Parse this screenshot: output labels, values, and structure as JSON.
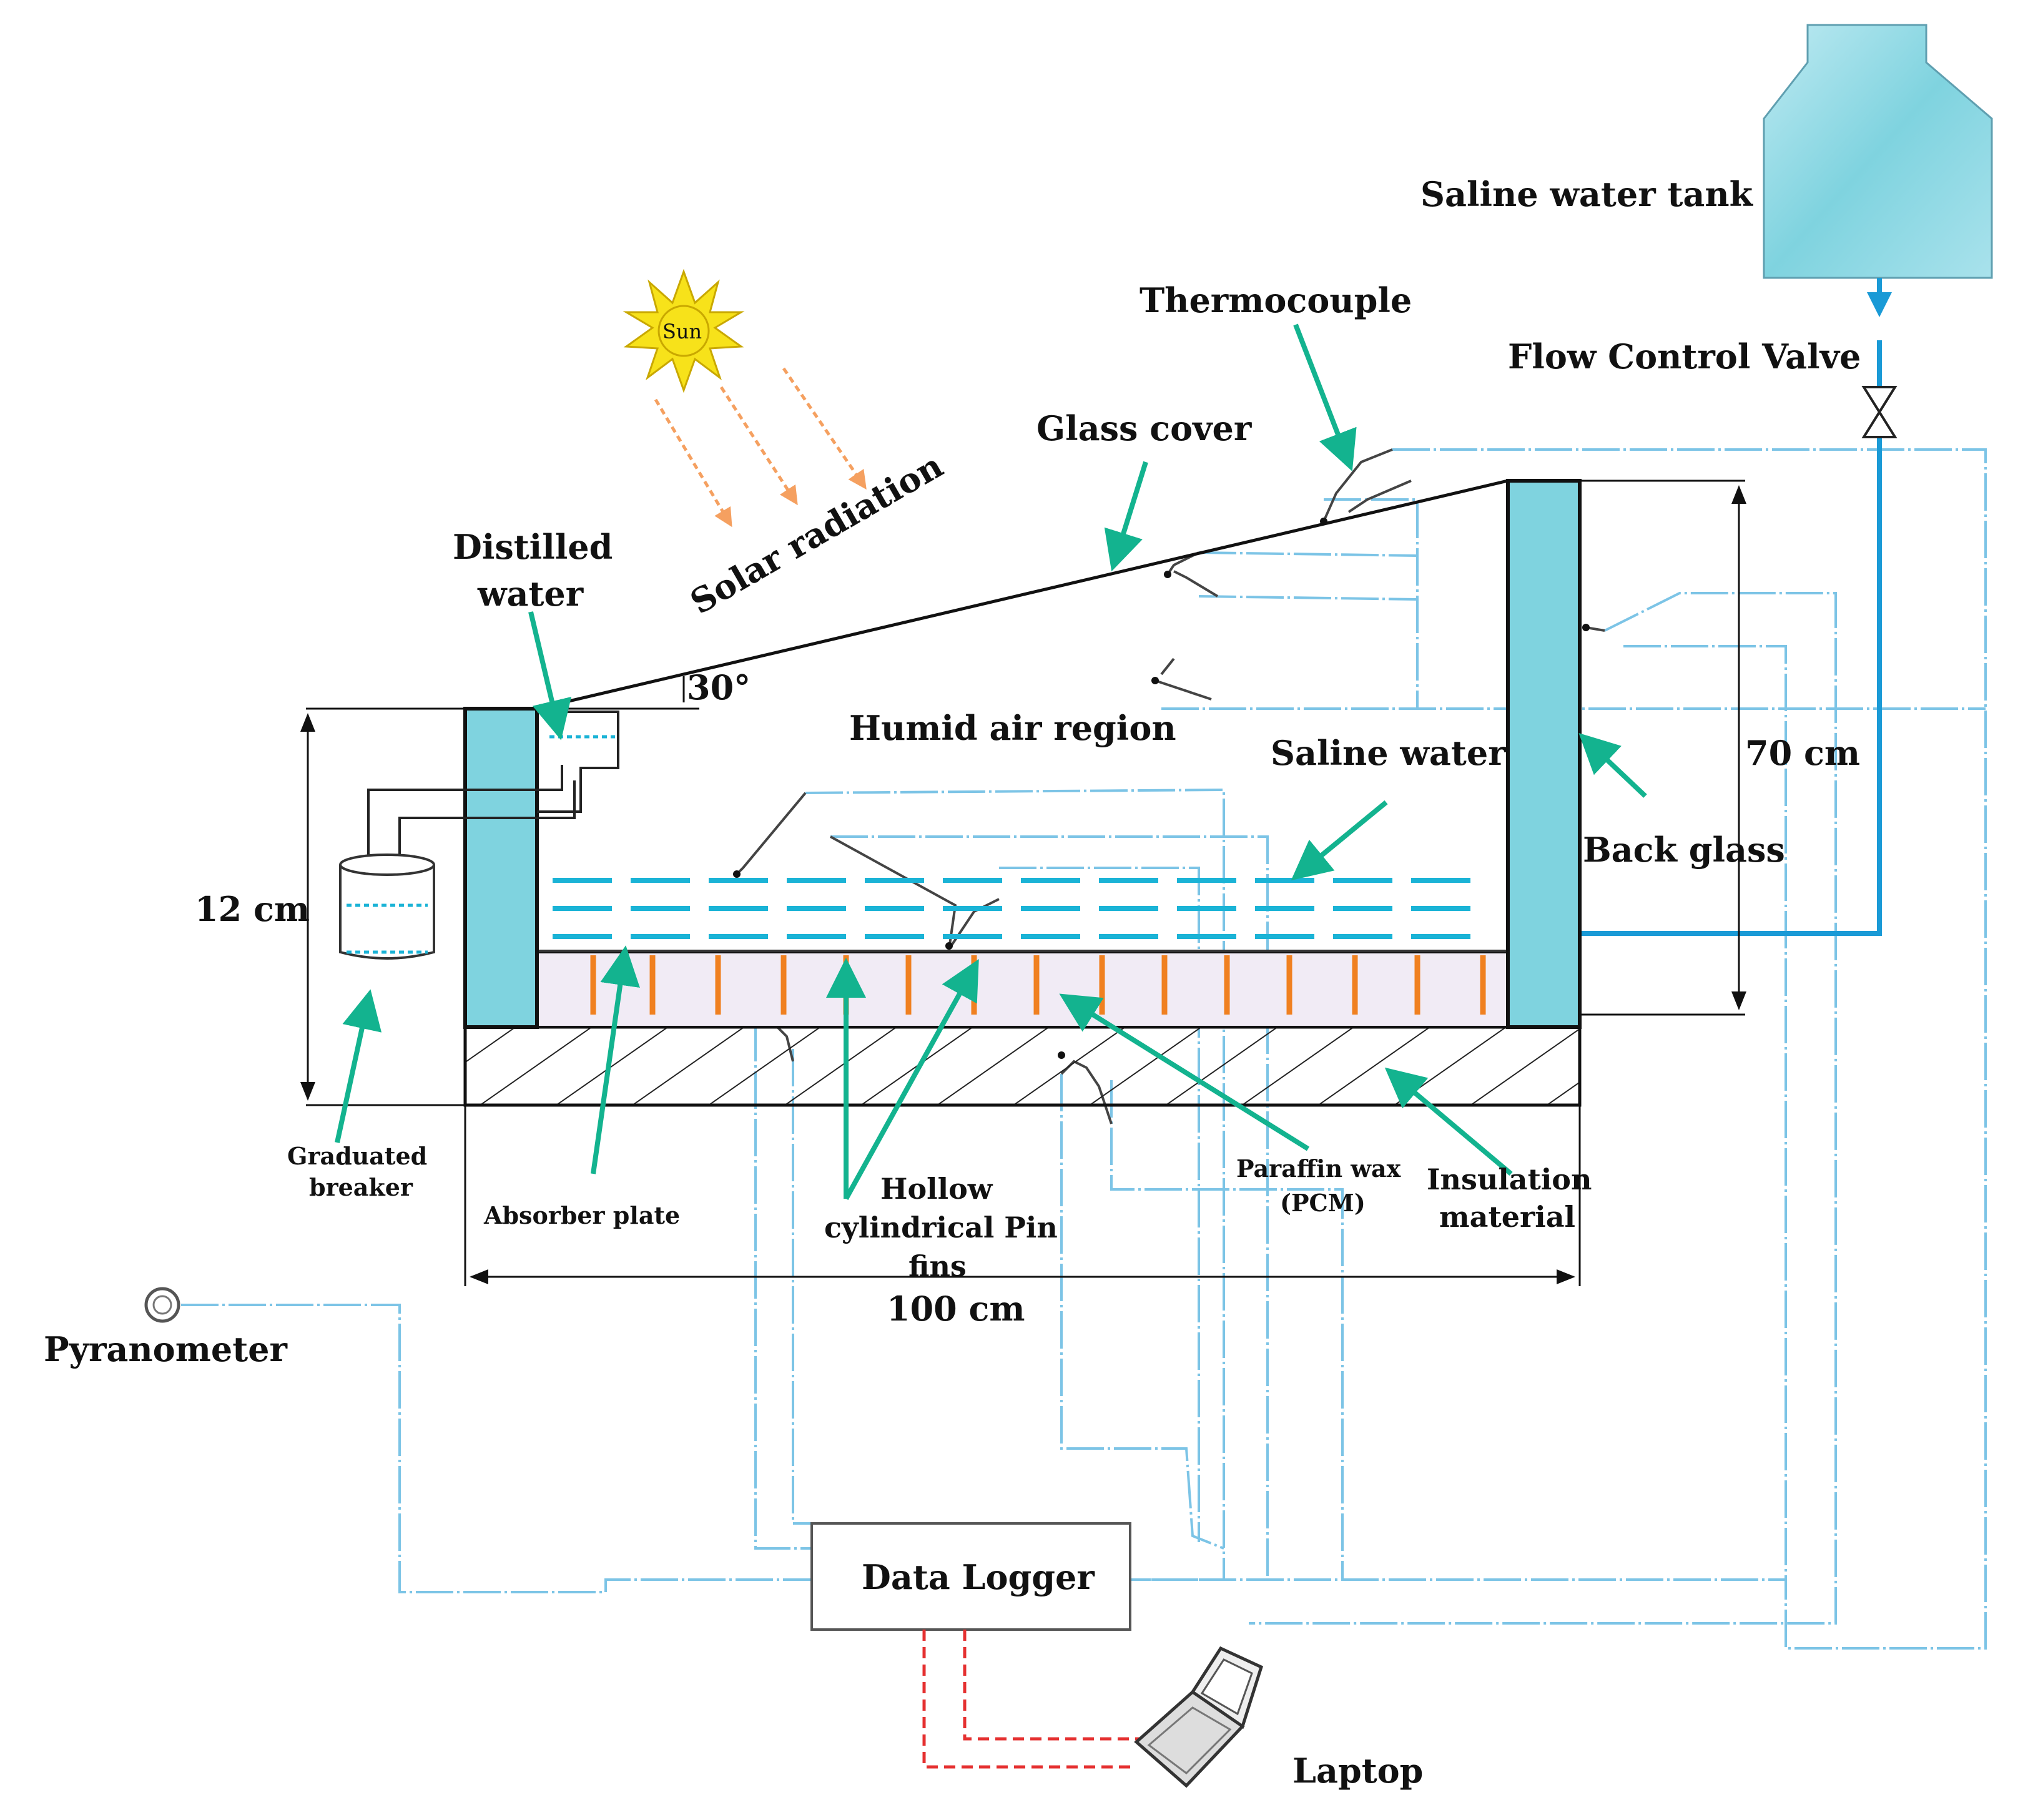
{
  "labels": {
    "saline_tank": "Saline water tank",
    "thermocouple": "Thermocouple",
    "flow_valve": "Flow Control Valve",
    "glass_cover": "Glass cover",
    "sun": "Sun",
    "solar_radiation": "Solar radiation",
    "distilled_water_1": "Distilled",
    "distilled_water_2": "water",
    "angle": "30°",
    "humid_air": "Humid air region",
    "saline_water": "Saline water",
    "height_70": "70 cm",
    "back_glass": "Back glass",
    "height_12": "12 cm",
    "graduated_1": "Graduated",
    "graduated_2": "breaker",
    "absorber": "Absorber plate",
    "pin_fins_1": "Hollow",
    "pin_fins_2": "cylindrical Pin",
    "pin_fins_3": "fins",
    "paraffin_1": "Paraffin wax",
    "paraffin_2": "(PCM)",
    "insulation_1": "Insulation",
    "insulation_2": "material",
    "width_100": "100 cm",
    "pyranometer": "Pyranometer",
    "data_logger": "Data Logger",
    "laptop": "Laptop"
  },
  "colors": {
    "pointer_arrow": "#13b38f",
    "glass_wall": "#7fd3df",
    "wire": "#7cc4e6",
    "water": "#1ab3d6",
    "supply_line": "#1a9ad6",
    "fin": "#f08020",
    "pcm": "#f1ebf5",
    "laptop_link": "#e53030",
    "sun": "#f7e21a",
    "radiation": "#f5a060"
  }
}
